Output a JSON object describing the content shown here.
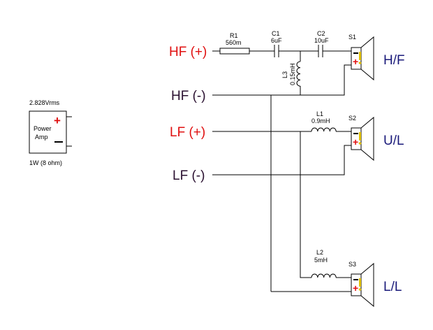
{
  "power_amp": {
    "voltage": "2.828Vrms",
    "label_line1": "Power",
    "label_line2": "Amp",
    "plus": "+",
    "minus": "−",
    "rating": "1W (8 ohm)"
  },
  "inputs": {
    "hf_plus": "HF (+)",
    "hf_minus": "HF (-)",
    "lf_plus": "LF (+)",
    "lf_minus": "LF (-)"
  },
  "components": {
    "r1": {
      "name": "R1",
      "value": "560m"
    },
    "c1": {
      "name": "C1",
      "value": "6uF"
    },
    "c2": {
      "name": "C2",
      "value": "10uF"
    },
    "l3": {
      "name": "L3",
      "value": "0.15mH"
    },
    "l1": {
      "name": "L1",
      "value": "0.9mH"
    },
    "l2": {
      "name": "L2",
      "value": "5mH"
    }
  },
  "speakers": [
    {
      "name": "S1",
      "label": "H/F"
    },
    {
      "name": "S2",
      "label": "U/L"
    },
    {
      "name": "S3",
      "label": "L/L"
    }
  ],
  "colors": {
    "positive": "#e01010",
    "label": "#1a1a7a",
    "polarity_mark": "#e0c000"
  }
}
